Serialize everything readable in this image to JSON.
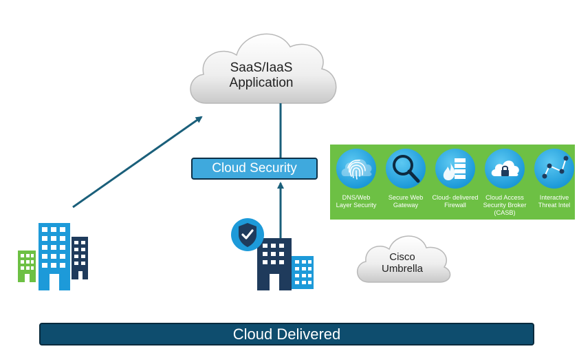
{
  "saas_cloud": {
    "line1": "SaaS/IaaS",
    "line2": "Application"
  },
  "cloud_security": {
    "label": "Cloud Security"
  },
  "services": [
    {
      "icon": "fingerprint-icon",
      "line1": "DNS/Web",
      "line2": "Layer Security",
      "line3": ""
    },
    {
      "icon": "magnifier-icon",
      "line1": "Secure Web",
      "line2": "Gateway",
      "line3": ""
    },
    {
      "icon": "firewall-icon",
      "line1": "Cloud- delivered",
      "line2": "Firewall",
      "line3": ""
    },
    {
      "icon": "cloud-lock-icon",
      "line1": "Cloud Access",
      "line2": "Security Broker",
      "line3": "(CASB)"
    },
    {
      "icon": "network-graph-icon",
      "line1": "Interactive",
      "line2": "Threat Intel",
      "line3": ""
    }
  ],
  "umbrella_cloud": {
    "line1": "Cisco",
    "line2": "Umbrella"
  },
  "footer": {
    "label": "Cloud Delivered"
  },
  "colors": {
    "primary_blue": "#1d9ad9",
    "navy": "#1f3b5c",
    "light_blue": "#3fa9dd",
    "green": "#6dc044",
    "bar": "#0e4d6e",
    "arrow": "#1a5f7a"
  }
}
